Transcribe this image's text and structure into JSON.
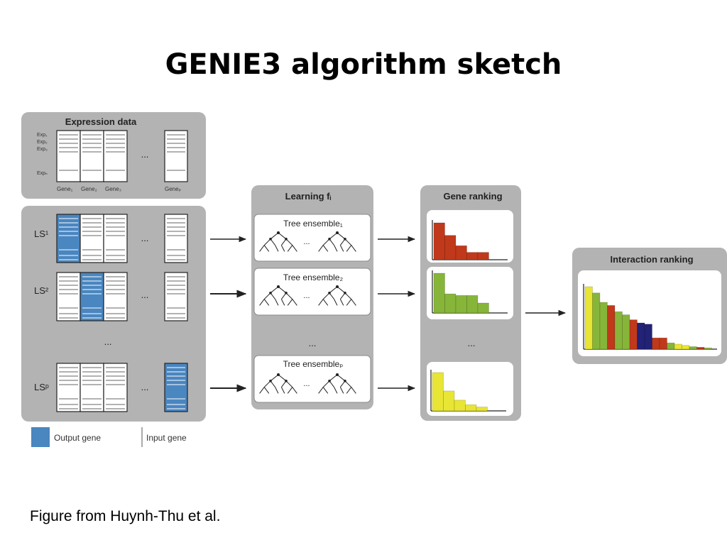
{
  "title": "GENIE3 algorithm sketch",
  "caption": "Figure from Huynh-Thu et al.",
  "expression": {
    "title": "Expression data",
    "row_labels": [
      "Exp₁",
      "Exp₂",
      "Exp₃",
      "Expₙ"
    ],
    "col_labels": [
      "Gene₁",
      "Gene₂",
      "Gene₃",
      "Geneₚ"
    ],
    "ellipsis": "..."
  },
  "ls": {
    "labels": [
      "LS¹",
      "LS²",
      "LSᵖ"
    ],
    "ellipsis": "...",
    "inner_ellipsis": "..."
  },
  "learning": {
    "title": "Learning fᵢ",
    "ensembles": [
      "Tree ensemble₁",
      "Tree ensemble₂",
      "Tree ensembleₚ"
    ],
    "ellipsis": "...",
    "tree_ellipsis": "..."
  },
  "gene_ranking": {
    "title": "Gene ranking",
    "ellipsis": "..."
  },
  "interaction_ranking": {
    "title": "Interaction ranking"
  },
  "legend": {
    "output": "Output gene",
    "input": "Input gene"
  },
  "colors": {
    "panel": "#b3b3b3",
    "output_gene": "#4a86c0",
    "red_bars": "#c0391b",
    "green_bars": "#86b53a",
    "yellow_bars": "#e8e534",
    "navy_bar": "#222277"
  },
  "chart_data": [
    {
      "type": "bar",
      "series": [
        {
          "values": [
            1.0,
            0.66,
            0.38,
            0.2,
            0.2
          ]
        }
      ],
      "color": "red"
    },
    {
      "type": "bar",
      "series": [
        {
          "values": [
            1.0,
            0.48,
            0.44,
            0.44,
            0.25
          ]
        }
      ],
      "color": "green"
    },
    {
      "type": "bar",
      "series": [
        {
          "values": [
            1.0,
            0.52,
            0.28,
            0.16,
            0.1
          ]
        }
      ],
      "color": "yellow"
    },
    {
      "type": "bar",
      "series": [
        {
          "values": [
            1.0,
            0.9,
            0.75,
            0.7,
            0.6,
            0.55,
            0.47,
            0.42,
            0.4,
            0.18,
            0.18,
            0.1,
            0.08,
            0.06,
            0.04,
            0.03,
            0.02
          ],
          "colors": [
            "#e8e534",
            "#86b53a",
            "#86b53a",
            "#c0391b",
            "#86b53a",
            "#86b53a",
            "#c0391b",
            "#222277",
            "#222277",
            "#c0391b",
            "#c0391b",
            "#86b53a",
            "#e8e534",
            "#e8e534",
            "#86b53a",
            "#c0391b",
            "#86b53a"
          ]
        }
      ]
    }
  ]
}
